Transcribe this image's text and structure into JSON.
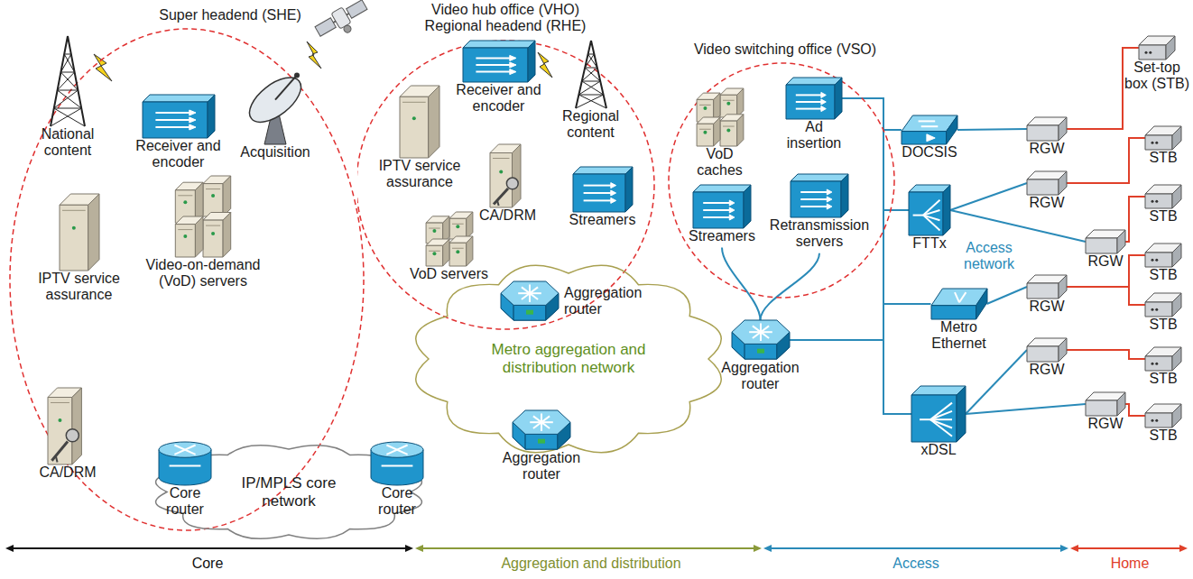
{
  "diagram": {
    "nodes": [
      {
        "text": [
          "Super headend (SHE)"
        ]
      },
      {
        "text": [
          "National content"
        ],
        "in": 0
      },
      {
        "text": [
          "Receiver and encoder"
        ],
        "in": 0
      },
      {
        "text": [
          "Acquisition"
        ],
        "in": 0
      },
      {
        "text": [
          "IPTV service assurance"
        ],
        "in": 0
      },
      {
        "text": [
          "Video-on-demand (VoD) servers"
        ],
        "in": 0
      },
      {
        "text": [
          "CA/DRM"
        ],
        "in": 0
      },
      {
        "text": [
          "Core router"
        ]
      },
      {
        "text": [
          "IP/MPLS core network"
        ]
      },
      {
        "text": [
          "Core router"
        ]
      },
      {
        "text": [
          "Video hub office (VHO) Regional headend (RHE)"
        ]
      },
      {
        "text": [
          "IPTV service assurance"
        ],
        "in": 10
      },
      {
        "text": [
          "Receiver and encoder"
        ],
        "in": 10
      },
      {
        "text": [
          "Regional content"
        ],
        "in": 10
      },
      {
        "text": [
          "CA/DRM"
        ],
        "in": 10
      },
      {
        "text": [
          "Streamers"
        ],
        "in": 10
      },
      {
        "text": [
          "VoD servers"
        ],
        "in": 10
      },
      {
        "text": [
          "Metro aggregation and distribution network"
        ]
      },
      {
        "text": [
          "Aggregation router"
        ]
      },
      {
        "text": [
          "Aggregation router"
        ]
      },
      {
        "text": [
          "Video switching office (VSO)"
        ]
      },
      {
        "text": [
          "VoD caches"
        ],
        "in": 20
      },
      {
        "text": [
          "Ad insertion"
        ],
        "in": 20
      },
      {
        "text": [
          "Streamers"
        ],
        "in": 20
      },
      {
        "text": [
          "Retransmission servers"
        ],
        "in": 20
      },
      {
        "text": [
          "Aggregation router"
        ]
      },
      {
        "text": [
          "DOCSIS"
        ]
      },
      {
        "text": [
          "FTTx"
        ]
      },
      {
        "text": [
          "Metro Ethernet"
        ]
      },
      {
        "text": [
          "xDSL"
        ]
      },
      {
        "text": [
          "RGW"
        ]
      },
      {
        "text": [
          "RGW"
        ]
      },
      {
        "text": [
          "RGW"
        ]
      },
      {
        "text": [
          "RGW"
        ]
      },
      {
        "text": [
          "RGW"
        ]
      },
      {
        "text": [
          "RGW"
        ]
      },
      {
        "text": [
          "Set-top box (STB)"
        ]
      },
      {
        "text": [
          "STB"
        ]
      },
      {
        "text": [
          "STB"
        ]
      },
      {
        "text": [
          "STB"
        ]
      },
      {
        "text": [
          "STB"
        ]
      },
      {
        "text": [
          "STB"
        ]
      },
      {
        "text": [
          "STB"
        ]
      }
    ],
    "edges": [
      {
        "from": 25,
        "to": 23,
        "arrow": "none"
      },
      {
        "from": 25,
        "to": 24,
        "arrow": "none"
      },
      {
        "from": 25,
        "to": 22,
        "arrow": "none"
      },
      {
        "from": 25,
        "to": 26,
        "arrow": "none"
      },
      {
        "from": 25,
        "to": 27,
        "arrow": "none"
      },
      {
        "from": 25,
        "to": 28,
        "arrow": "none"
      },
      {
        "from": 25,
        "to": 29,
        "arrow": "none"
      },
      {
        "from": 26,
        "to": 30,
        "arrow": "none"
      },
      {
        "from": 27,
        "to": 31,
        "arrow": "none"
      },
      {
        "from": 27,
        "to": 32,
        "arrow": "none"
      },
      {
        "from": 28,
        "to": 33,
        "arrow": "none"
      },
      {
        "from": 29,
        "to": 34,
        "arrow": "none"
      },
      {
        "from": 29,
        "to": 35,
        "arrow": "none"
      },
      {
        "from": 30,
        "to": 36,
        "arrow": "none"
      },
      {
        "from": 31,
        "to": 37,
        "arrow": "none"
      },
      {
        "from": 32,
        "to": 38,
        "arrow": "none"
      },
      {
        "from": 33,
        "to": 39,
        "arrow": "none"
      },
      {
        "from": 33,
        "to": 40,
        "arrow": "none"
      },
      {
        "from": 34,
        "to": 41,
        "arrow": "none"
      },
      {
        "from": 35,
        "to": 42,
        "arrow": "none"
      }
    ],
    "labels": [
      "Access network",
      "Core",
      "Aggregation and distribution",
      "Access",
      "Home"
    ]
  }
}
